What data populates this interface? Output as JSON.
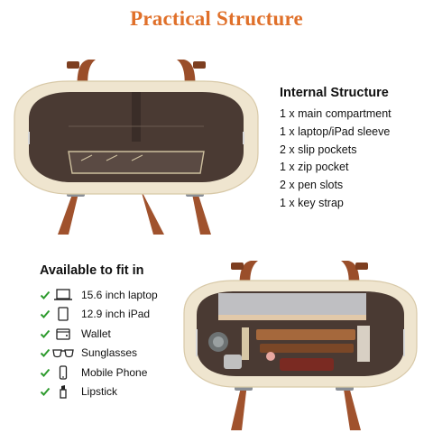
{
  "title": "Practical Structure",
  "internal_structure": {
    "heading": "Internal Structure",
    "items": [
      "1 x main compartment",
      "1 x laptop/iPad sleeve",
      "2 x slip pockets",
      "1 x zip pocket",
      "2 x pen slots",
      "1 x key strap"
    ]
  },
  "available_to_fit": {
    "heading": "Available to fit in",
    "items": [
      {
        "label": "15.6 inch laptop",
        "icon": "laptop-icon"
      },
      {
        "label": "12.9 inch iPad",
        "icon": "tablet-icon"
      },
      {
        "label": "Wallet",
        "icon": "wallet-icon"
      },
      {
        "label": "Sunglasses",
        "icon": "sunglasses-icon"
      },
      {
        "label": "Mobile Phone",
        "icon": "phone-icon"
      },
      {
        "label": "Lipstick",
        "icon": "lipstick-icon"
      }
    ]
  },
  "colors": {
    "title": "#e0702a",
    "check": "#2e9b2e",
    "bag_cream": "#efe5cf",
    "bag_interior": "#4a3a33",
    "strap_brown": "#a0522d"
  }
}
